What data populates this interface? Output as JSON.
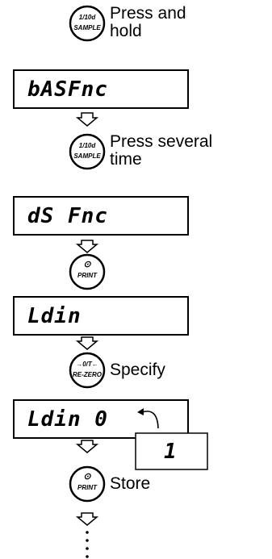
{
  "steps": [
    {
      "button_top": "1/10d",
      "button_bottom": "SAMPLE",
      "label_line1": "Press and",
      "label_line2": "hold"
    },
    {
      "display": "bASFnc"
    },
    {
      "button_top": "1/10d",
      "button_bottom": "SAMPLE",
      "label_line1": "Press several",
      "label_line2": "time"
    },
    {
      "display": "dS Fnc"
    },
    {
      "button_symbol": "⊙",
      "button_bottom": "PRINT"
    },
    {
      "display": "Ldin"
    },
    {
      "button_top": "→0/T←",
      "button_bottom": "RE-ZERO",
      "label_line1": "Specify"
    },
    {
      "display": "Ldin 0",
      "alt_display": "1"
    },
    {
      "button_symbol": "⊙",
      "button_bottom": "PRINT",
      "label_line1": "Store"
    }
  ]
}
